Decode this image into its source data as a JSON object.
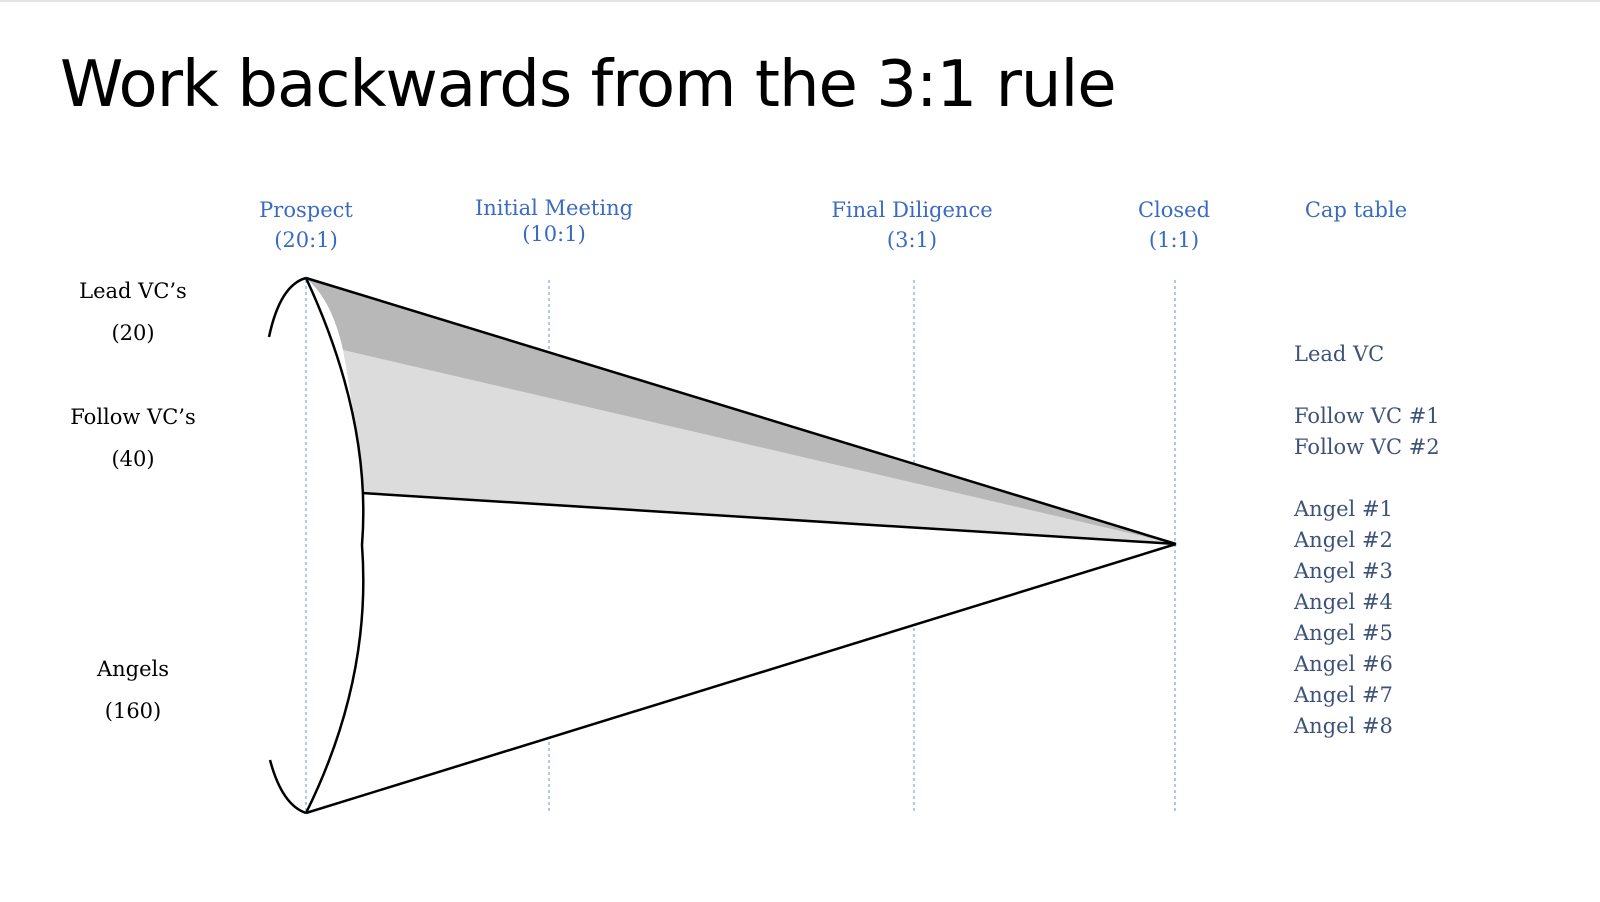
{
  "title": "Work backwards from the 3:1 rule",
  "stages": [
    {
      "label": "Prospect",
      "ratio": "(20:1)"
    },
    {
      "label": "Initial Meeting",
      "ratio": "(10:1)"
    },
    {
      "label": "Final Diligence",
      "ratio": "(3:1)"
    },
    {
      "label": "Closed",
      "ratio": "(1:1)"
    },
    {
      "label": "Cap table",
      "ratio": ""
    }
  ],
  "groups": [
    {
      "label": "Lead VC’s",
      "count": "(20)"
    },
    {
      "label": "Follow VC’s",
      "count": "(40)"
    },
    {
      "label": "Angels",
      "count": "(160)"
    }
  ],
  "cap_table": {
    "lead": [
      "Lead VC"
    ],
    "follow": [
      "Follow VC #1",
      "Follow VC #2"
    ],
    "angels": [
      "Angel #1",
      "Angel #2",
      "Angel #3",
      "Angel #4",
      "Angel #5",
      "Angel #6",
      "Angel #7",
      "Angel #8"
    ]
  },
  "colors": {
    "stage_text": "#3a6bc0",
    "cap_text": "#3e5279",
    "lead_fill": "#b8b8b8",
    "follow_fill": "#dcdcdc",
    "angel_fill": "#ffffff",
    "stage_line": "#7ea3d6"
  }
}
